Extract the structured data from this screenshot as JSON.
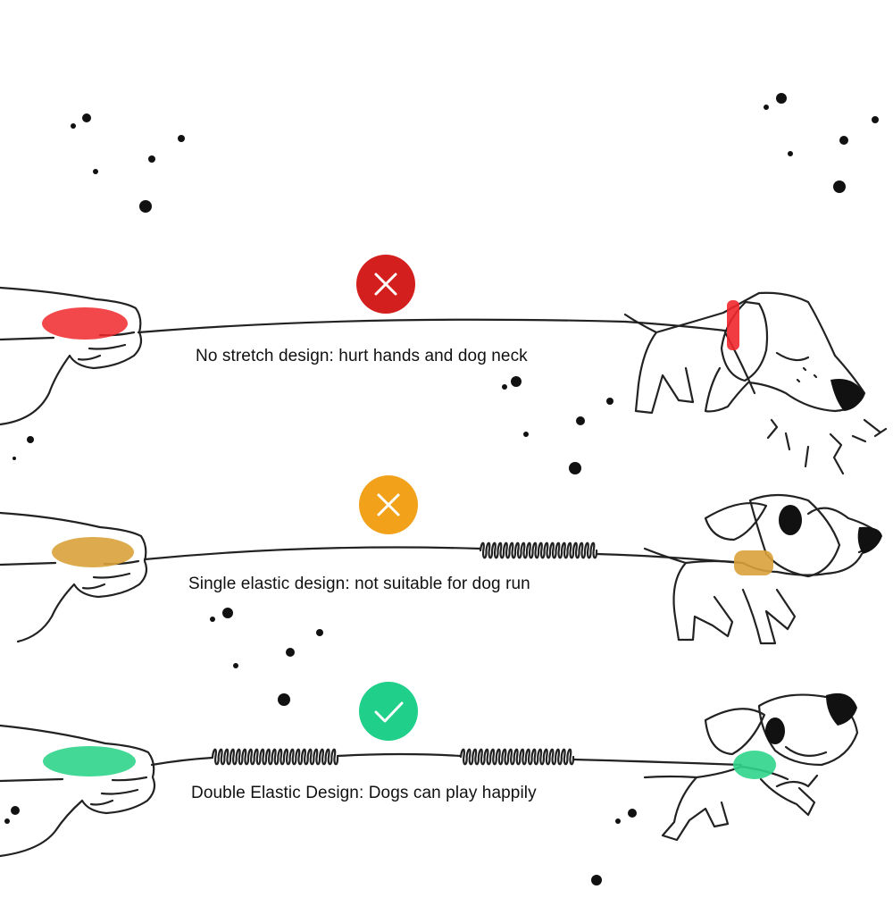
{
  "rows": [
    {
      "id": "no-stretch",
      "caption": "No stretch design: hurt hands and dog neck",
      "status_icon": "cross-icon",
      "badge_color": "#d41f1f",
      "highlight_color": "#f0282c"
    },
    {
      "id": "single-elastic",
      "caption": "Single elastic design: not suitable for dog run",
      "status_icon": "cross-icon",
      "badge_color": "#f2a11a",
      "highlight_color": "#d9a23a"
    },
    {
      "id": "double-elastic",
      "caption": "Double Elastic Design: Dogs can play happily",
      "status_icon": "check-icon",
      "badge_color": "#1fcf8a",
      "highlight_color": "#2fd48b"
    }
  ]
}
